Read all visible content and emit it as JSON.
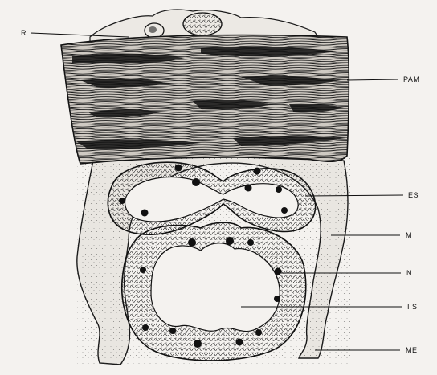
{
  "labels": {
    "r": "R",
    "pam": "PAM",
    "es": "ES",
    "m": "M",
    "n": "N",
    "is": "I S",
    "me": "ME"
  }
}
